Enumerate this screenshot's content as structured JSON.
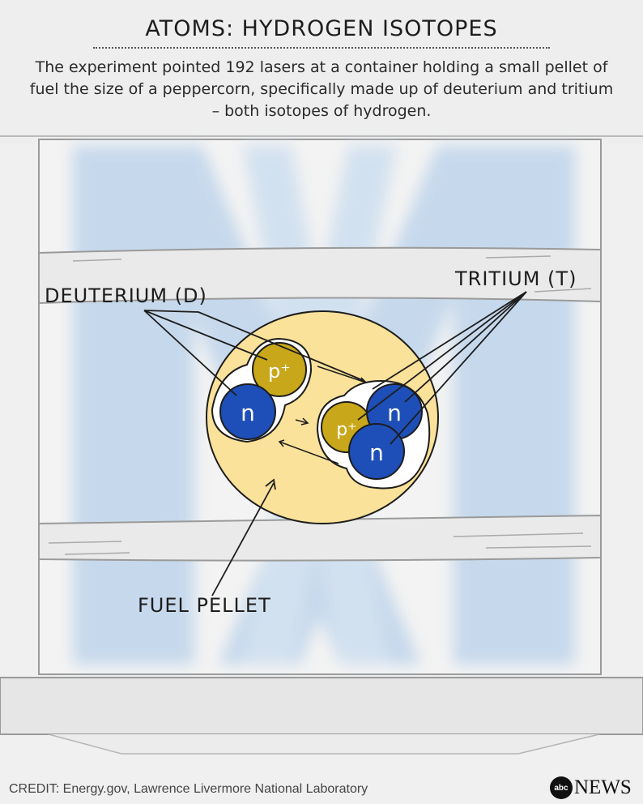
{
  "header": {
    "title": "ATOMS: HYDROGEN ISOTOPES",
    "subtitle": "The experiment pointed 192 lasers at a container holding a small pellet of fuel the size of a peppercorn, specifically made up of deuterium and tritium – both isotopes of hydrogen."
  },
  "labels": {
    "deuterium": "DEUTERIUM (D)",
    "tritium": "TRITIUM (T)",
    "fuel_pellet": "FUEL PELLET"
  },
  "particles": {
    "proton_symbol": "p⁺",
    "neutron_symbol": "n"
  },
  "footer": {
    "credit": "CREDIT: Energy.gov, Lawrence Livermore National Laboratory",
    "logo_badge": "abc",
    "logo_text": "NEWS"
  },
  "colors": {
    "proton": "#c9a71a",
    "neutron": "#1e4fb8",
    "pellet": "#fbe29a",
    "laser": "#b8d0ea"
  }
}
